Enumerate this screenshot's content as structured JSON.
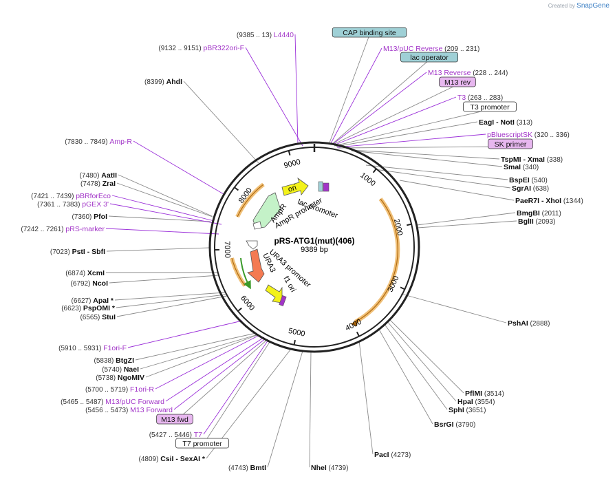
{
  "credit": {
    "prefix": "Created by",
    "brand": "SnapGene"
  },
  "plasmid": {
    "name": "pRS-ATG1(mut)(406)",
    "size": 9389,
    "size_label": "9389 bp"
  },
  "ring_ticks": [
    {
      "label": "1000",
      "pos": 1000
    },
    {
      "label": "2000",
      "pos": 2000
    },
    {
      "label": "3000",
      "pos": 3000
    },
    {
      "label": "4000",
      "pos": 4000
    },
    {
      "label": "5000",
      "pos": 5000
    },
    {
      "label": "6000",
      "pos": 6000
    },
    {
      "label": "7000",
      "pos": 7000
    },
    {
      "label": "8000",
      "pos": 8000
    },
    {
      "label": "9000",
      "pos": 9000
    }
  ],
  "inner_features": [
    {
      "name": "ori",
      "kind": "ori"
    },
    {
      "name": "lac promoter",
      "kind": "promoter"
    },
    {
      "name": "AmpR",
      "kind": "cds"
    },
    {
      "name": "AmpR promoter",
      "kind": "promoter"
    },
    {
      "name": "URA3",
      "kind": "cds"
    },
    {
      "name": "URA3 promoter",
      "kind": "promoter"
    },
    {
      "name": "f1 ori",
      "kind": "ori"
    }
  ],
  "labels": [
    {
      "name": "L4440",
      "pos": "(9385 .. 13)",
      "kind": "feat"
    },
    {
      "name": "pBR322ori-F",
      "pos": "(9132 .. 9151)",
      "kind": "feat"
    },
    {
      "name": "CAP binding site",
      "pos": "",
      "kind": "box-blue"
    },
    {
      "name": "M13/pUC Reverse",
      "pos": "(209 .. 231)",
      "kind": "feat"
    },
    {
      "name": "lac operator",
      "pos": "",
      "kind": "box-blue"
    },
    {
      "name": "M13 Reverse",
      "pos": "(228 .. 244)",
      "kind": "feat"
    },
    {
      "name": "M13 rev",
      "pos": "",
      "kind": "box-purple"
    },
    {
      "name": "T3",
      "pos": "(263 .. 283)",
      "kind": "feat"
    },
    {
      "name": "T3 promoter",
      "pos": "",
      "kind": "box-white"
    },
    {
      "name": "EagI",
      "name2": "NotI",
      "pos": "(313)",
      "kind": "enzyme"
    },
    {
      "name": "pBluescriptSK",
      "pos": "(320 .. 336)",
      "kind": "feat"
    },
    {
      "name": "SK primer",
      "pos": "",
      "kind": "box-purple"
    },
    {
      "name": "TspMI",
      "name2": "XmaI",
      "pos": "(338)",
      "kind": "enzyme"
    },
    {
      "name": "SmaI",
      "pos": "(340)",
      "kind": "enzyme"
    },
    {
      "name": "BspEI",
      "pos": "(540)",
      "kind": "enzyme"
    },
    {
      "name": "SgrAI",
      "pos": "(638)",
      "kind": "enzyme"
    },
    {
      "name": "PaeR7I",
      "name2": "XhoI",
      "pos": "(1344)",
      "kind": "enzyme"
    },
    {
      "name": "BmgBI",
      "pos": "(2011)",
      "kind": "enzyme"
    },
    {
      "name": "BglII",
      "pos": "(2093)",
      "kind": "enzyme"
    },
    {
      "name": "PshAI",
      "pos": "(2888)",
      "kind": "enzyme"
    },
    {
      "name": "PflMI",
      "pos": "(3514)",
      "kind": "enzyme"
    },
    {
      "name": "HpaI",
      "pos": "(3554)",
      "kind": "enzyme"
    },
    {
      "name": "SphI",
      "pos": "(3651)",
      "kind": "enzyme"
    },
    {
      "name": "BsrGI",
      "pos": "(3790)",
      "kind": "enzyme"
    },
    {
      "name": "PacI",
      "pos": "(4273)",
      "kind": "enzyme"
    },
    {
      "name": "NheI",
      "pos": "(4739)",
      "kind": "enzyme"
    },
    {
      "name": "BmtI",
      "pos": "(4743)",
      "kind": "enzyme"
    },
    {
      "name": "CsiI",
      "name2": "SexAI *",
      "pos": "(4809)",
      "kind": "enzyme"
    },
    {
      "name": "T7 promoter",
      "pos": "",
      "kind": "box-white"
    },
    {
      "name": "T7",
      "pos": "(5427 .. 5446)",
      "kind": "feat"
    },
    {
      "name": "M13 fwd",
      "pos": "",
      "kind": "box-purple"
    },
    {
      "name": "M13 Forward",
      "pos": "(5456 .. 5473)",
      "kind": "feat"
    },
    {
      "name": "M13/pUC Forward",
      "pos": "(5465 .. 5487)",
      "kind": "feat"
    },
    {
      "name": "F1ori-R",
      "pos": "(5700 .. 5719)",
      "kind": "feat"
    },
    {
      "name": "NgoMIV",
      "pos": "(5738)",
      "kind": "enzyme"
    },
    {
      "name": "NaeI",
      "pos": "(5740)",
      "kind": "enzyme"
    },
    {
      "name": "BtgZI",
      "pos": "(5838)",
      "kind": "enzyme"
    },
    {
      "name": "F1ori-F",
      "pos": "(5910 .. 5931)",
      "kind": "feat"
    },
    {
      "name": "StuI",
      "pos": "(6565)",
      "kind": "enzyme"
    },
    {
      "name": "PspOMI *",
      "pos": "(6623)",
      "kind": "enzyme"
    },
    {
      "name": "ApaI *",
      "pos": "(6627)",
      "kind": "enzyme"
    },
    {
      "name": "NcoI",
      "pos": "(6792)",
      "kind": "enzyme"
    },
    {
      "name": "XcmI",
      "pos": "(6874)",
      "kind": "enzyme"
    },
    {
      "name": "PstI",
      "name2": "SbfI",
      "pos": "(7023)",
      "kind": "enzyme"
    },
    {
      "name": "pRS-marker",
      "pos": "(7242 .. 7261)",
      "kind": "feat"
    },
    {
      "name": "PfoI",
      "pos": "(7360)",
      "kind": "enzyme"
    },
    {
      "name": "pGEX 3'",
      "pos": "(7361 .. 7383)",
      "kind": "feat"
    },
    {
      "name": "pBRforEco",
      "pos": "(7421 .. 7439)",
      "kind": "feat"
    },
    {
      "name": "ZraI",
      "pos": "(7478)",
      "kind": "enzyme"
    },
    {
      "name": "AatII",
      "pos": "(7480)",
      "kind": "enzyme"
    },
    {
      "name": "Amp-R",
      "pos": "(7830 .. 7849)",
      "kind": "feat"
    },
    {
      "name": "AhdI",
      "pos": "(8399)",
      "kind": "enzyme"
    }
  ],
  "colors": {
    "backbone": "#222222",
    "enzyme_line": "#8a8a8a",
    "feature_text": "#a235c8",
    "feature_line": "#9b30d9",
    "box_blue": "#9fd0d6",
    "box_purple": "#e7b7ef",
    "ori": "#f3f21a",
    "ampr": "#c4f2c8",
    "ura3": "#f47a52",
    "orange_arc": "#f0c078"
  }
}
